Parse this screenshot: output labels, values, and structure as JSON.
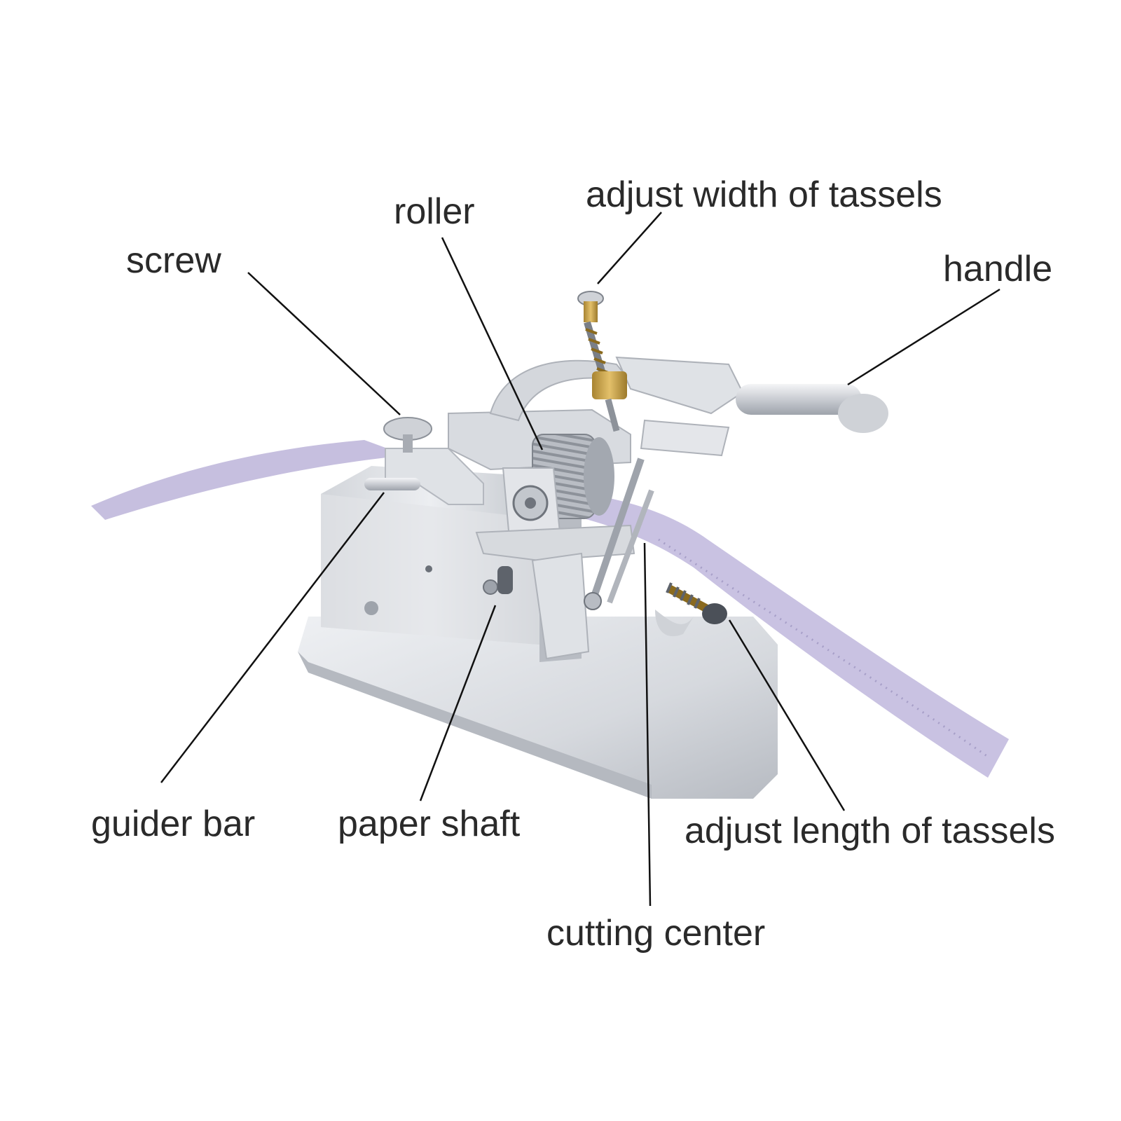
{
  "labels": {
    "adjust_width": "adjust width of tassels",
    "roller": "roller",
    "screw": "screw",
    "handle": "handle",
    "guider_bar": "guider bar",
    "paper_shaft": "paper shaft",
    "adjust_length": "adjust length of tassels",
    "cutting_center": "cutting center"
  },
  "colors": {
    "paper_strip": "#c6bfdf",
    "metal_light": "#e6e8ec",
    "metal_mid": "#c9ccd2",
    "metal_dark": "#9ea3ab",
    "brass": "#c9a24a",
    "leader_line": "#111111",
    "label_text": "#2a2a2a"
  }
}
